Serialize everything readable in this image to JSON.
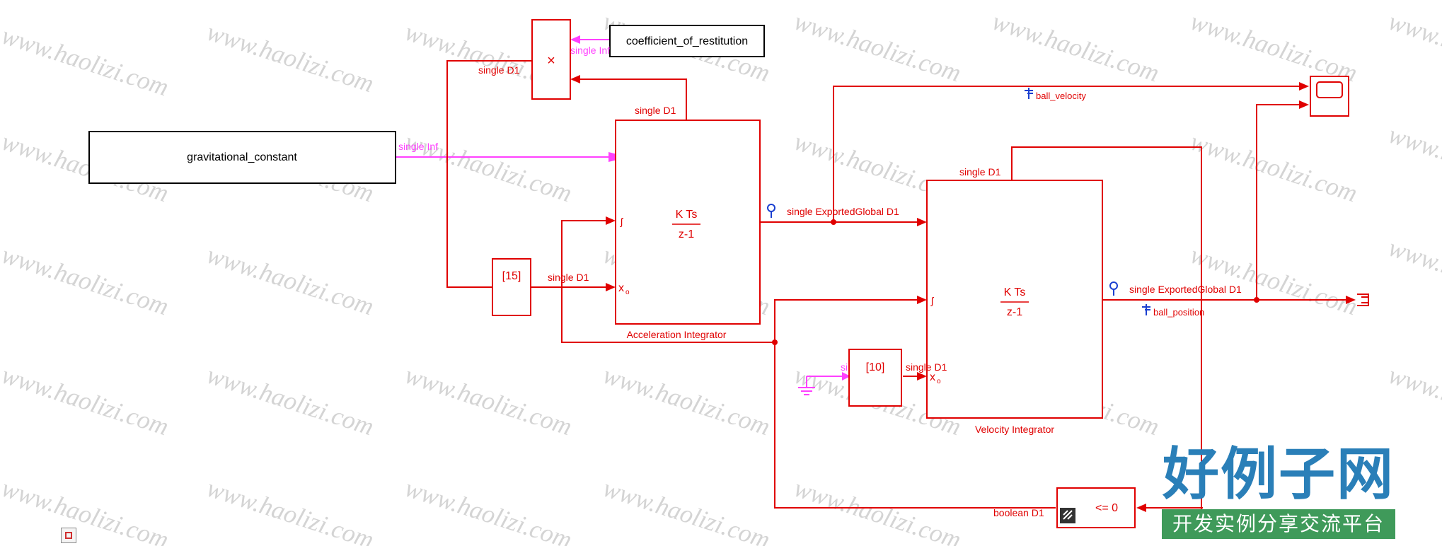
{
  "watermark": "www.haolizi.com",
  "blocks": {
    "gravitational_constant": "gravitational_constant",
    "coefficient_of_restitution": "coefficient_of_restitution",
    "product_symbol": "×",
    "acc_integrator_num": "K Ts",
    "acc_integrator_den": "z-1",
    "acc_integrator_name": "Acceleration Integrator",
    "vel_integrator_num": "K Ts",
    "vel_integrator_den": "z-1",
    "vel_integrator_name": "Velocity Integrator",
    "const15": "[15]",
    "const10": "[10]",
    "compare": "<= 0",
    "x0_a": "x",
    "x0_b": "x"
  },
  "signals": {
    "single_inf_a": "single Inf",
    "single_inf_b": "single Inf",
    "single_d1_a": "single D1",
    "single_d1_b": "single D1",
    "single_d1_c": "single D1",
    "single_d1_d": "single D1",
    "single_d1_e": "single D1",
    "single_si": "si",
    "exported_a": "single ExportedGlobal D1",
    "exported_b": "single ExportedGlobal D1",
    "ball_velocity": "ball_velocity",
    "ball_position": "ball_position",
    "boolean_d1": "boolean D1"
  },
  "logo": {
    "main": "好例子网",
    "sub": "开发实例分享交流平台"
  },
  "colors": {
    "wire": "#e00000",
    "magenta": "#ff40ff",
    "blue": "#1a3fd0",
    "logo_blue": "#2a7fb8",
    "logo_green": "#3f9a5a"
  }
}
